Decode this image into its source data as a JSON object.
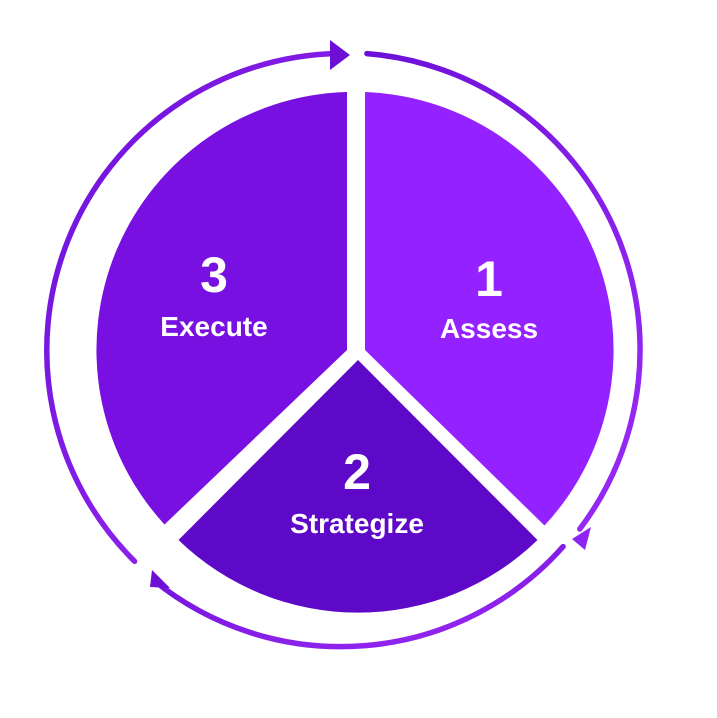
{
  "segments": [
    {
      "number": "1",
      "label": "Assess",
      "color": "#9421ff"
    },
    {
      "number": "2",
      "label": "Strategize",
      "color": "#5e09c7"
    },
    {
      "number": "3",
      "label": "Execute",
      "color": "#7710e0"
    }
  ],
  "ring_color": "#7a14e3",
  "arrow_direction": "clockwise"
}
